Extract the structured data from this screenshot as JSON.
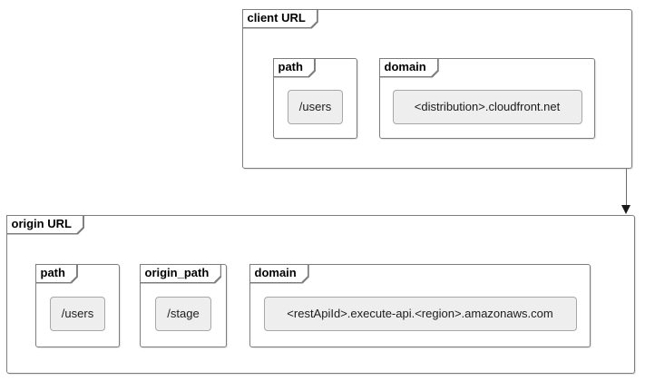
{
  "colors": {
    "canvas-bg": "#ffffff",
    "frame-bg": "#ffffff",
    "frame-border": "#7d7d7d",
    "tab-text": "#000000",
    "box-bg": "#eeeeee",
    "box-border": "#a8a8a8",
    "box-text": "#1c1c1c",
    "arrow-line": "#6e6e6e",
    "arrow-head": "#1a1a1a"
  },
  "client_frame": {
    "title": "client URL",
    "path_frame": {
      "title": "path",
      "value": "/users"
    },
    "domain_frame": {
      "title": "domain",
      "value": "<distribution>.cloudfront.net"
    }
  },
  "origin_frame": {
    "title": "origin URL",
    "path_frame": {
      "title": "path",
      "value": "/users"
    },
    "origin_path_frame": {
      "title": "origin_path",
      "value": "/stage"
    },
    "domain_frame": {
      "title": "domain",
      "value": "<restApiId>.execute-api.<region>.amazonaws.com"
    }
  }
}
